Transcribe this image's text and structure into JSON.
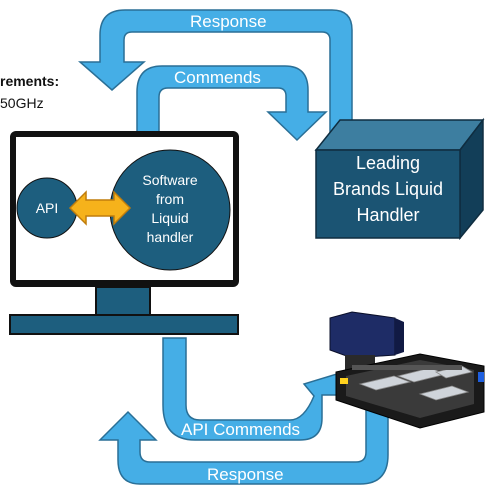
{
  "requirements": {
    "title": "rements:",
    "spec": "50GHz"
  },
  "arrows": {
    "response_top": "Response",
    "commends_top": "Commends",
    "api_commends": "API Commends",
    "response_bottom": "Response"
  },
  "monitor": {
    "api_label": "API",
    "software_lines": [
      "Software",
      "from",
      "Liquid",
      "handler"
    ]
  },
  "liquid_handler_box": {
    "lines": [
      "Leading",
      "Brands Liquid",
      "Handler"
    ]
  },
  "colors": {
    "arrow_fill": "#45aee6",
    "arrow_stroke": "#2a6f96",
    "dark_blue": "#1d5e7e",
    "box_front": "#1b5473",
    "box_top": "#3d7ea0",
    "box_side": "#123e58",
    "double_arrow": "#f6b21b"
  },
  "icons": {
    "double_arrow": "bidirectional-arrow-icon",
    "instrument": "liquid-handler-robot-icon"
  }
}
